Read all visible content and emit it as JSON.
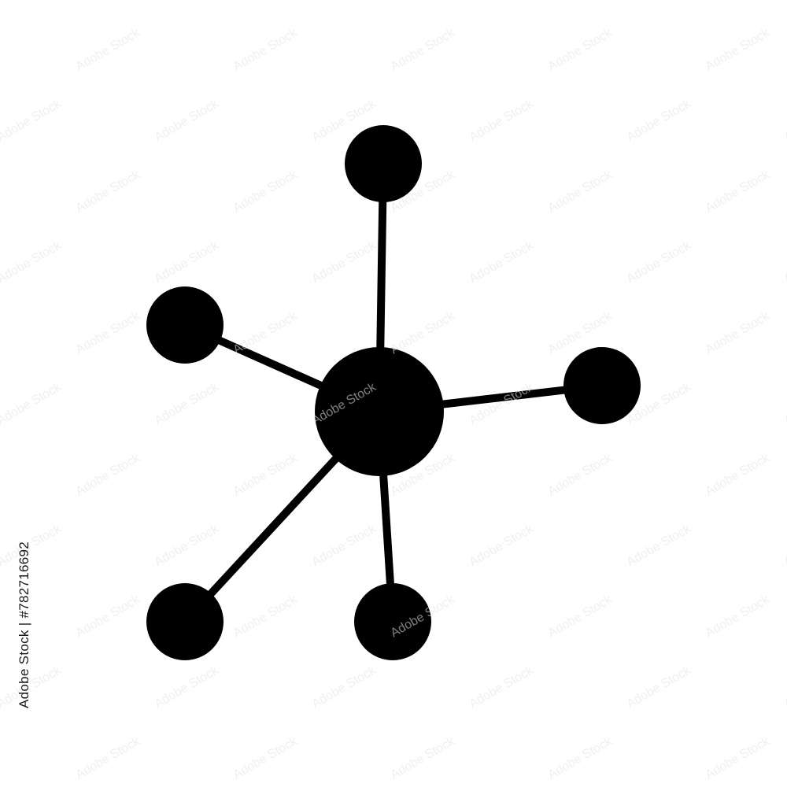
{
  "icon": {
    "name": "network-hub",
    "color": "#000000",
    "hub_count": 1,
    "node_count": 5
  },
  "watermark": {
    "text": "Adobe Stock",
    "color": "#e4e4e4"
  },
  "image_id": {
    "text": "Adobe Stock | #782716692"
  }
}
